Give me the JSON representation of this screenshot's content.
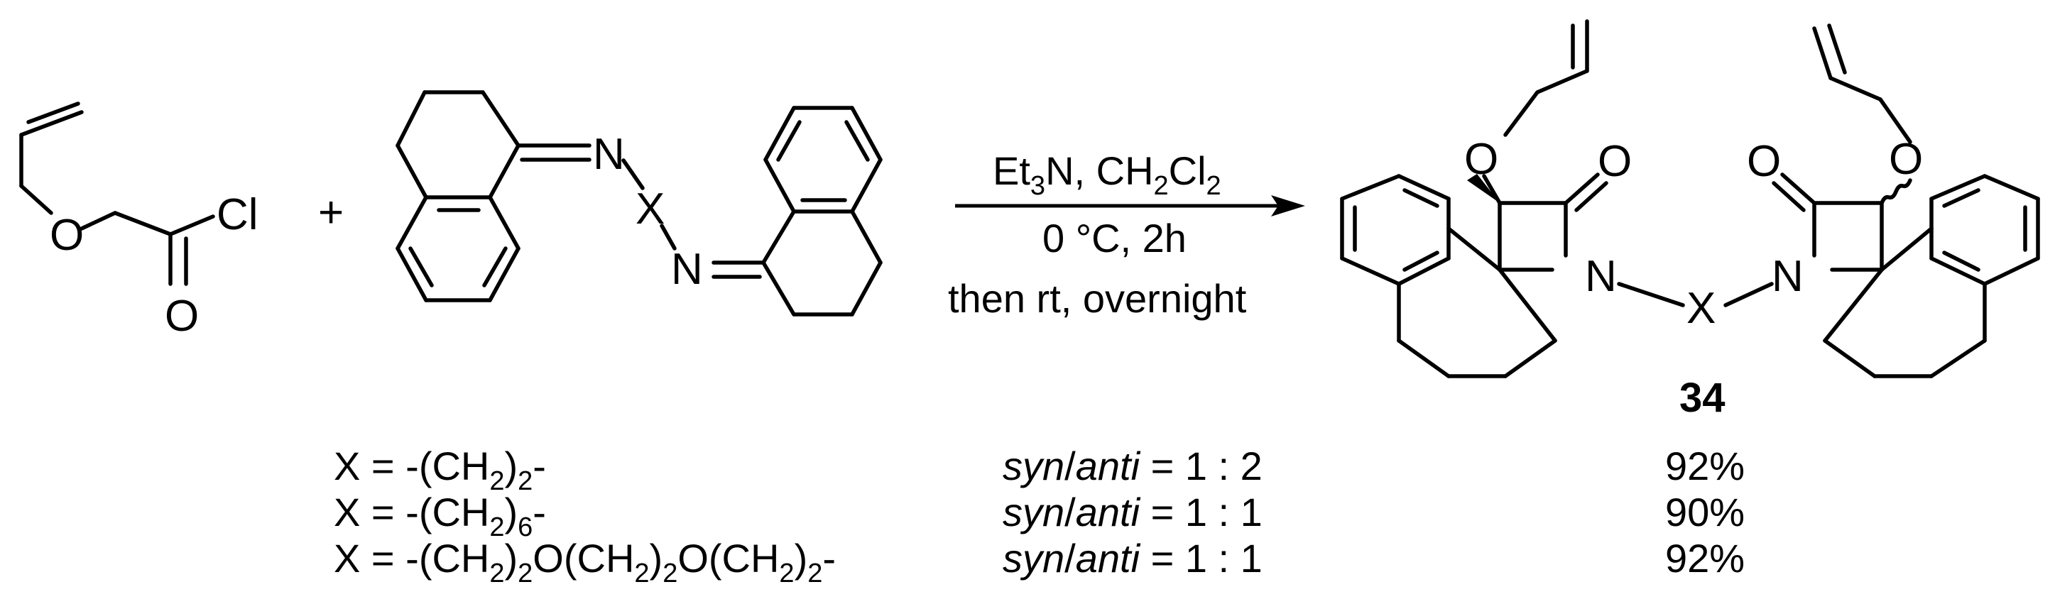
{
  "reagent1": {
    "label_O_ether": "O",
    "label_O_carbonyl": "O",
    "label_Cl": "Cl"
  },
  "plus_sign": "+",
  "reagent2": {
    "label_N1": "N",
    "label_N2": "N",
    "label_X": "X"
  },
  "conditions": {
    "line1": {
      "prefix": "Et",
      "sub1": "3",
      "mid": "N, CH",
      "sub2": "2",
      "mid2": "Cl",
      "sub3": "2"
    },
    "line2": "0 °C, 2h",
    "line3": "then rt, overnight"
  },
  "product": {
    "label_O_left_ether": "O",
    "label_O_left_carbonyl": "O",
    "label_N_left": "N",
    "label_X": "X",
    "label_N_right": "N",
    "label_O_right_carbonyl": "O",
    "label_O_right_ether": "O",
    "compound_number": "34"
  },
  "table": {
    "rows": [
      {
        "x_parts": [
          "X = -(CH",
          "2",
          ")",
          "2",
          "-"
        ],
        "ratio_italic": "syn",
        "ratio_slash": "/",
        "ratio_italic2": "anti",
        "ratio_value": " = 1 : 2",
        "yield": "92%"
      },
      {
        "x_parts": [
          "X = -(CH",
          "2",
          ")",
          "6",
          "-"
        ],
        "ratio_italic": "syn",
        "ratio_slash": "/",
        "ratio_italic2": "anti",
        "ratio_value": " = 1 : 1",
        "yield": "90%"
      },
      {
        "x_parts": [
          "X = -(CH",
          "2",
          ")",
          "2",
          "O(CH",
          "2",
          ")",
          "2",
          "O(CH",
          "2",
          ")",
          "2",
          "-"
        ],
        "ratio_italic": "syn",
        "ratio_slash": "/",
        "ratio_italic2": "anti",
        "ratio_value": " = 1 : 1",
        "yield": "92%"
      }
    ]
  }
}
